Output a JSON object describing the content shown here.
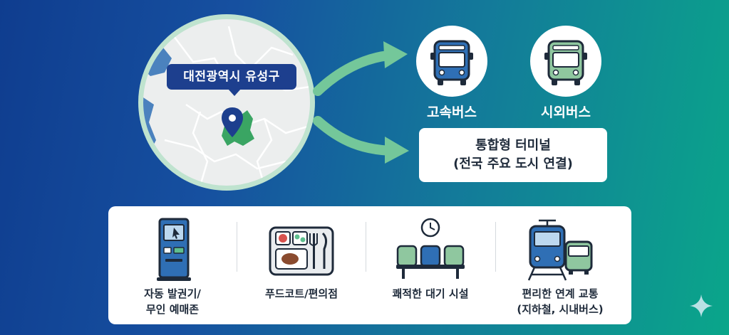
{
  "map": {
    "location_label": "대전광역시 유성구"
  },
  "buses": [
    {
      "label": "고속버스",
      "icon": "express-bus-icon",
      "color": "#2f6fb5"
    },
    {
      "label": "시외버스",
      "icon": "intercity-bus-icon",
      "color": "#8fc79f"
    }
  ],
  "terminal": {
    "line1": "통합형 터미널",
    "line2": "(전국 주요 도시 연결)"
  },
  "facilities": [
    {
      "line1": "자동 발권기/",
      "line2": "무인 예매존",
      "icon": "ticket-kiosk-icon"
    },
    {
      "line1": "푸드코트/편의점",
      "line2": "",
      "icon": "food-tray-icon"
    },
    {
      "line1": "쾌적한 대기 시설",
      "line2": "",
      "icon": "waiting-seats-icon"
    },
    {
      "line1": "편리한 연계 교통",
      "line2": "(지하철, 시내버스)",
      "icon": "train-bus-icon"
    }
  ],
  "colors": {
    "accent_green": "#5fbf8f",
    "navy": "#1d3f8e",
    "bus_blue": "#2f6fb5"
  }
}
